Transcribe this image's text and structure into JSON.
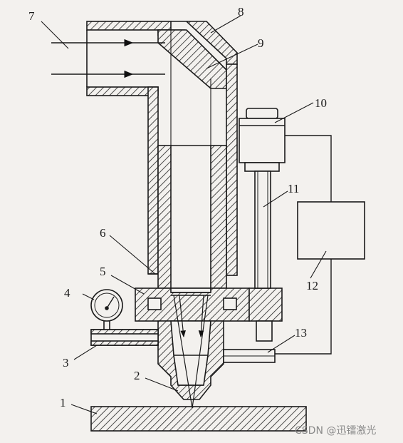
{
  "diagram": {
    "labels": {
      "n1": "1",
      "n2": "2",
      "n3": "3",
      "n4": "4",
      "n5": "5",
      "n6": "6",
      "n7": "7",
      "n8": "8",
      "n9": "9",
      "n10": "10",
      "n11": "11",
      "n12": "12",
      "n13": "13"
    }
  },
  "watermark": "CSDN @迅镭激光"
}
